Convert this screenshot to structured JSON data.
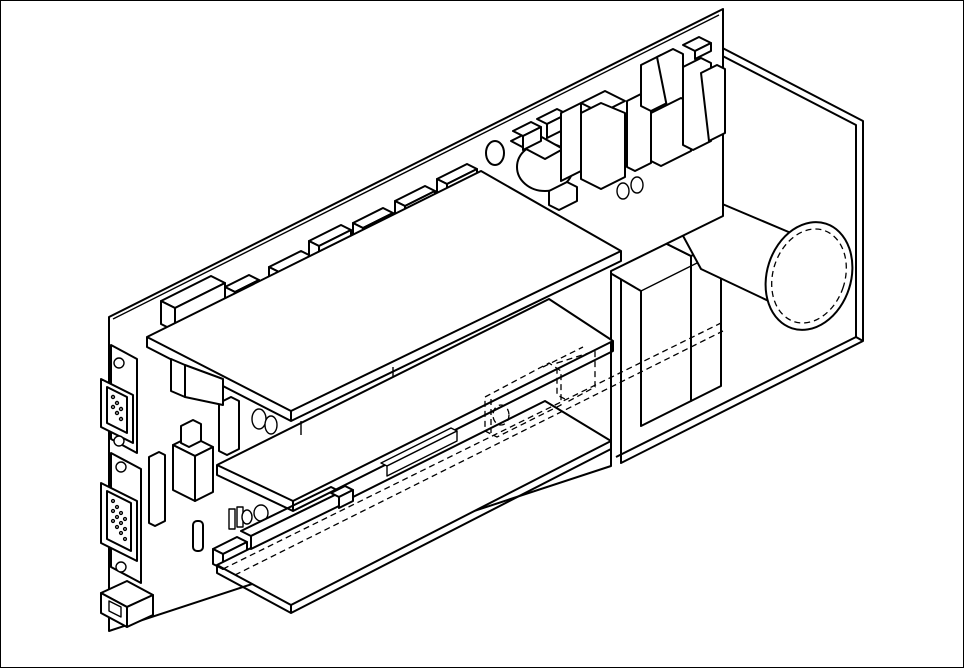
{
  "figure": {
    "kind": "isometric line drawing of an electronics module",
    "line_color": "#000000",
    "background_color": "#ffffff",
    "components": [
      "backplane-board",
      "drive-enclosure",
      "cylindrical-drive-motor",
      "upper-daughter-board",
      "lower-daughter-board",
      "db9-connector",
      "db15-connector",
      "power-connector",
      "capacitors",
      "ic-chips",
      "hidden-internal-board"
    ]
  }
}
